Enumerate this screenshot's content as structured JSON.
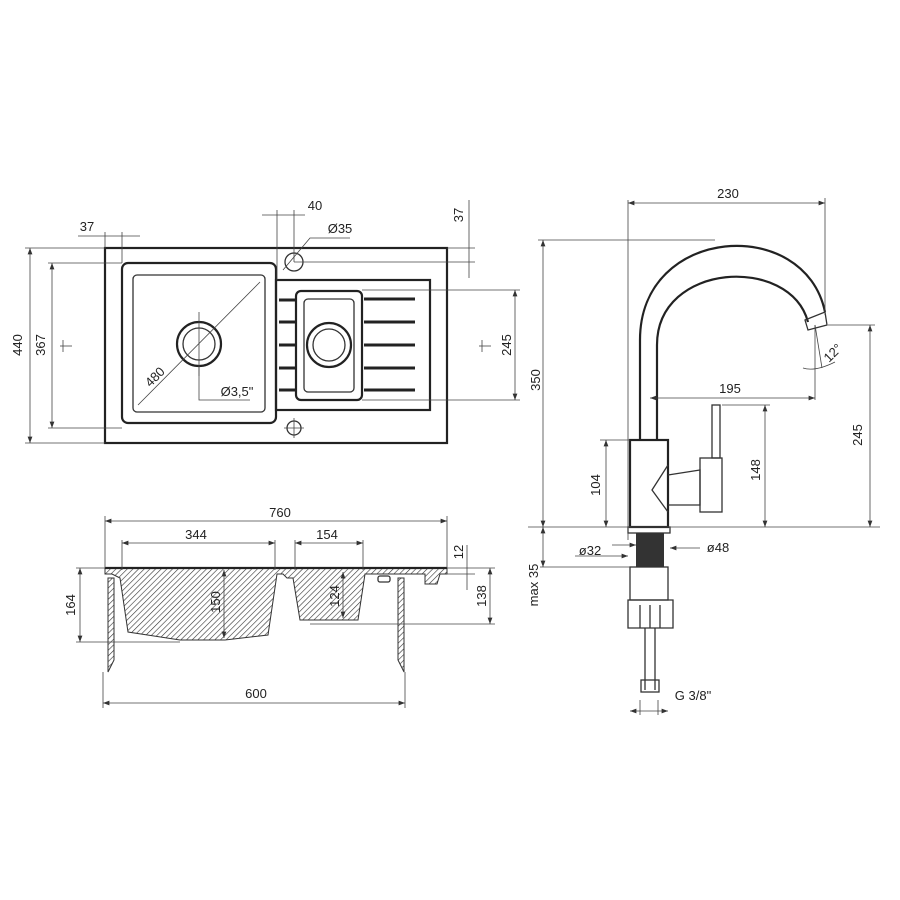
{
  "top_view": {
    "width_total": "440",
    "bowl_height": "367",
    "edge_offset_left": "37",
    "tap_offset": "40",
    "tap_hole": "Ø35",
    "edge_offset_right": "37",
    "small_bowl": "245",
    "diagonal": "480",
    "drain": "Ø3,5\""
  },
  "section_view": {
    "overall_length": "760",
    "big_bowl_width": "344",
    "small_bowl_width": "154",
    "thickness": "12",
    "drainer_depth": "138",
    "total_depth": "164",
    "big_bowl_depth": "150",
    "small_bowl_depth": "124",
    "cabinet": "600"
  },
  "faucet": {
    "reach": "230",
    "height": "350",
    "spout_reach": "195",
    "angle": "12°",
    "spout_height": "245",
    "lever_height": "148",
    "body_height": "104",
    "shank": "ø32",
    "base": "ø48",
    "max_counter": "max 35",
    "connection": "G 3/8\""
  }
}
